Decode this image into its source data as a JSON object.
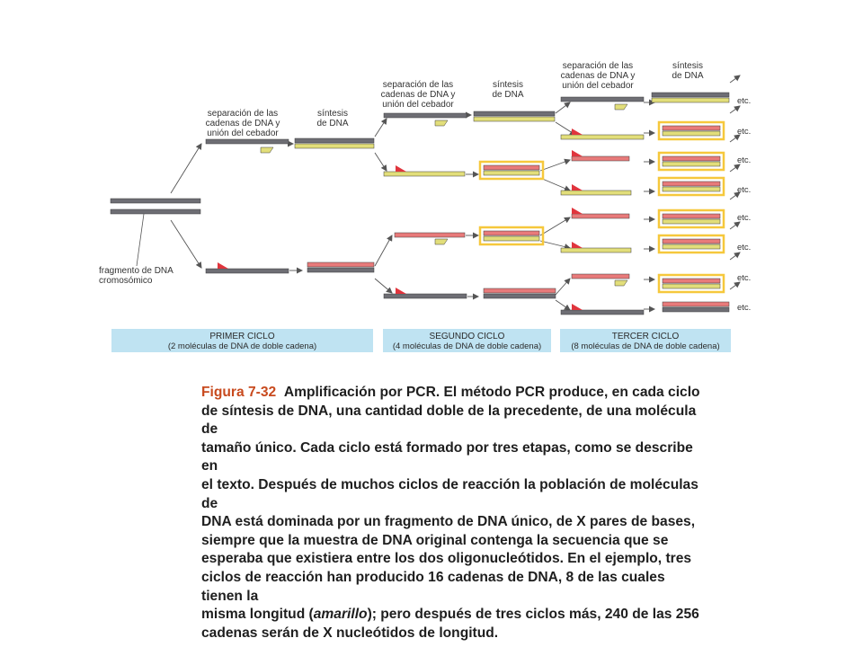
{
  "diagram": {
    "labels": {
      "separation": [
        "separación de las",
        "cadenas de DNA y",
        "unión del cebador"
      ],
      "synthesis": [
        "síntesis",
        "de DNA"
      ],
      "fragment": [
        "fragmento de DNA",
        "cromosómico"
      ],
      "etc": "etc."
    },
    "cycles": [
      {
        "title": "PRIMER CICLO",
        "subtitle": "(2 moléculas de DNA de doble cadena)"
      },
      {
        "title": "SEGUNDO CICLO",
        "subtitle": "(4 moléculas de DNA de doble cadena)"
      },
      {
        "title": "TERCER CICLO",
        "subtitle": "(8 moléculas de DNA de doble cadena)"
      }
    ],
    "colors": {
      "template": "#6e6e74",
      "new_strand": "#e2de7a",
      "primer": "#e0353d",
      "new_from_primer": "#e87a7a",
      "highlight": "#f6c83c",
      "panel": "#bfe3f2",
      "arrow": "#555555"
    }
  },
  "caption": {
    "figure_label": "Figura 7-32",
    "figure_title": "Amplificación por PCR.",
    "lines": [
      " El método PCR produce, en cada ciclo",
      "de síntesis de DNA, una cantidad doble de la precedente, de una molécula de",
      "tamaño único. Cada ciclo está formado por tres etapas, como se describe en",
      "el texto. Después de muchos ciclos de reacción la población de moléculas de",
      "DNA está dominada por un fragmento de DNA único, de X pares de bases,",
      "siempre que la muestra de DNA original contenga la secuencia que se",
      "esperaba que existiera entre los dos oligonucleótidos. En el ejemplo, tres",
      "ciclos de reacción han producido 16 cadenas de DNA, 8 de las cuales tienen la",
      "misma longitud ("
    ],
    "italic_word": "amarillo",
    "after_italic": "); pero después de tres ciclos más, 240 de las 256",
    "last_line": "cadenas serán de X nucleótidos de longitud."
  }
}
